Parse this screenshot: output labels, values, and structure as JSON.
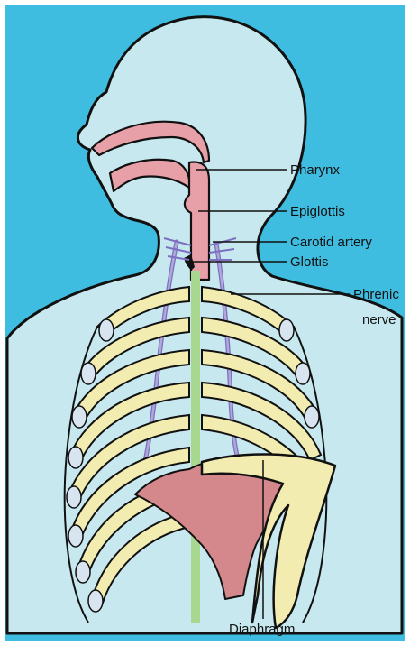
{
  "diagram": {
    "labels": {
      "pharynx": "Pharynx",
      "epiglottis": "Epiglottis",
      "carotid_artery": "Carotid artery",
      "glottis": "Glottis",
      "phrenic_nerve_line1": "Phrenic",
      "phrenic_nerve_line2": "nerve",
      "diaphragm": "Diaphragm"
    }
  },
  "colors": {
    "background": "#3fbde0",
    "body": "#c8e8f0",
    "outline": "#111111",
    "airway": "#e8a0a8",
    "ribs": "#f2ecb0",
    "cartilage": "#d8e4f0",
    "nerve": "#b0a8d8",
    "spine": "#a8d890",
    "diaphragm": "#d4888c"
  }
}
